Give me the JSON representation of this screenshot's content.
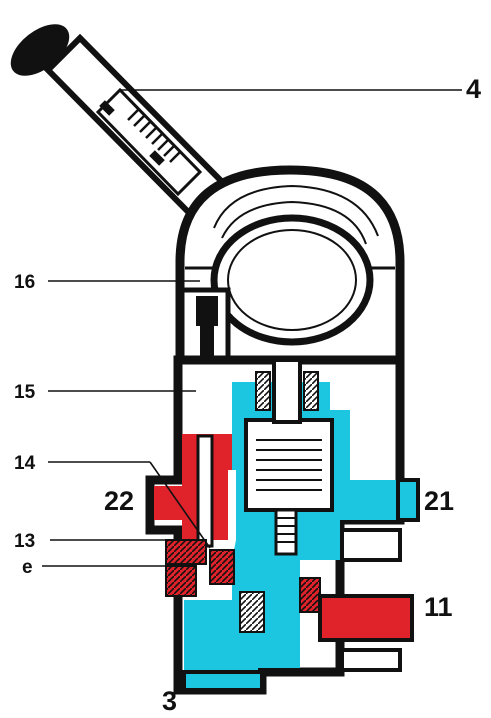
{
  "colors": {
    "background": "#ffffff",
    "outline": "#111111",
    "supply_port_red": "#e0222a",
    "delivery_port_cyan": "#1cc6e0",
    "hatch": "#111111"
  },
  "labels": {
    "handle": "4",
    "cam_follower": "16",
    "plunger": "15",
    "inlet_valve": "14",
    "left_port": "22",
    "valve_seat": "13",
    "seal": "e",
    "right_port": "21",
    "supply_port": "11",
    "exhaust_port": "3"
  }
}
